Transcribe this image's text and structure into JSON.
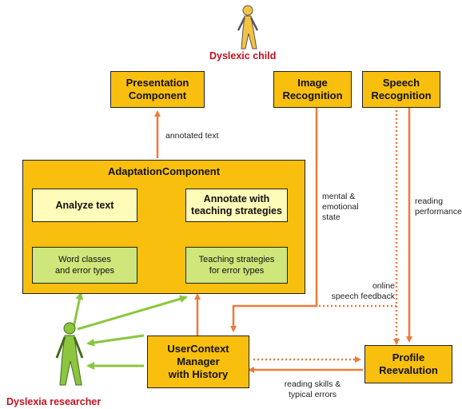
{
  "actors": {
    "child": "Dyslexic child",
    "researcher": "Dyslexia researcher"
  },
  "boxes": {
    "presentation": "Presentation\nComponent",
    "image_recognition": "Image\nRecognition",
    "speech_recognition": "Speech\nRecognition",
    "adaptation_title": "AdaptationComponent",
    "analyze_text": "Analyze text",
    "annotate": "Annotate with\nteaching strategies",
    "word_classes": "Word classes\nand error types",
    "teaching_strategies": "Teaching strategies\nfor error types",
    "user_context": "UserContext\nManager\nwith History",
    "profile_reevaluation": "Profile\nReevalution"
  },
  "labels": {
    "annotated_text": "annotated text",
    "mental_state": "mental &\nemotional\nstate",
    "reading_performance": "reading\nperformance",
    "online_feedback": "online\nspeech feedback",
    "reading_skills": "reading skills &\ntypical errors"
  },
  "colors": {
    "component": "#f9bf0e",
    "process": "#fffbb8",
    "knowledge": "#cfe67a",
    "orange_arrow": "#ee7a3a",
    "green_arrow": "#8cc63f",
    "actor_child": "#f5c242",
    "actor_researcher": "#8cc63f",
    "actor_label": "#c1121f"
  }
}
